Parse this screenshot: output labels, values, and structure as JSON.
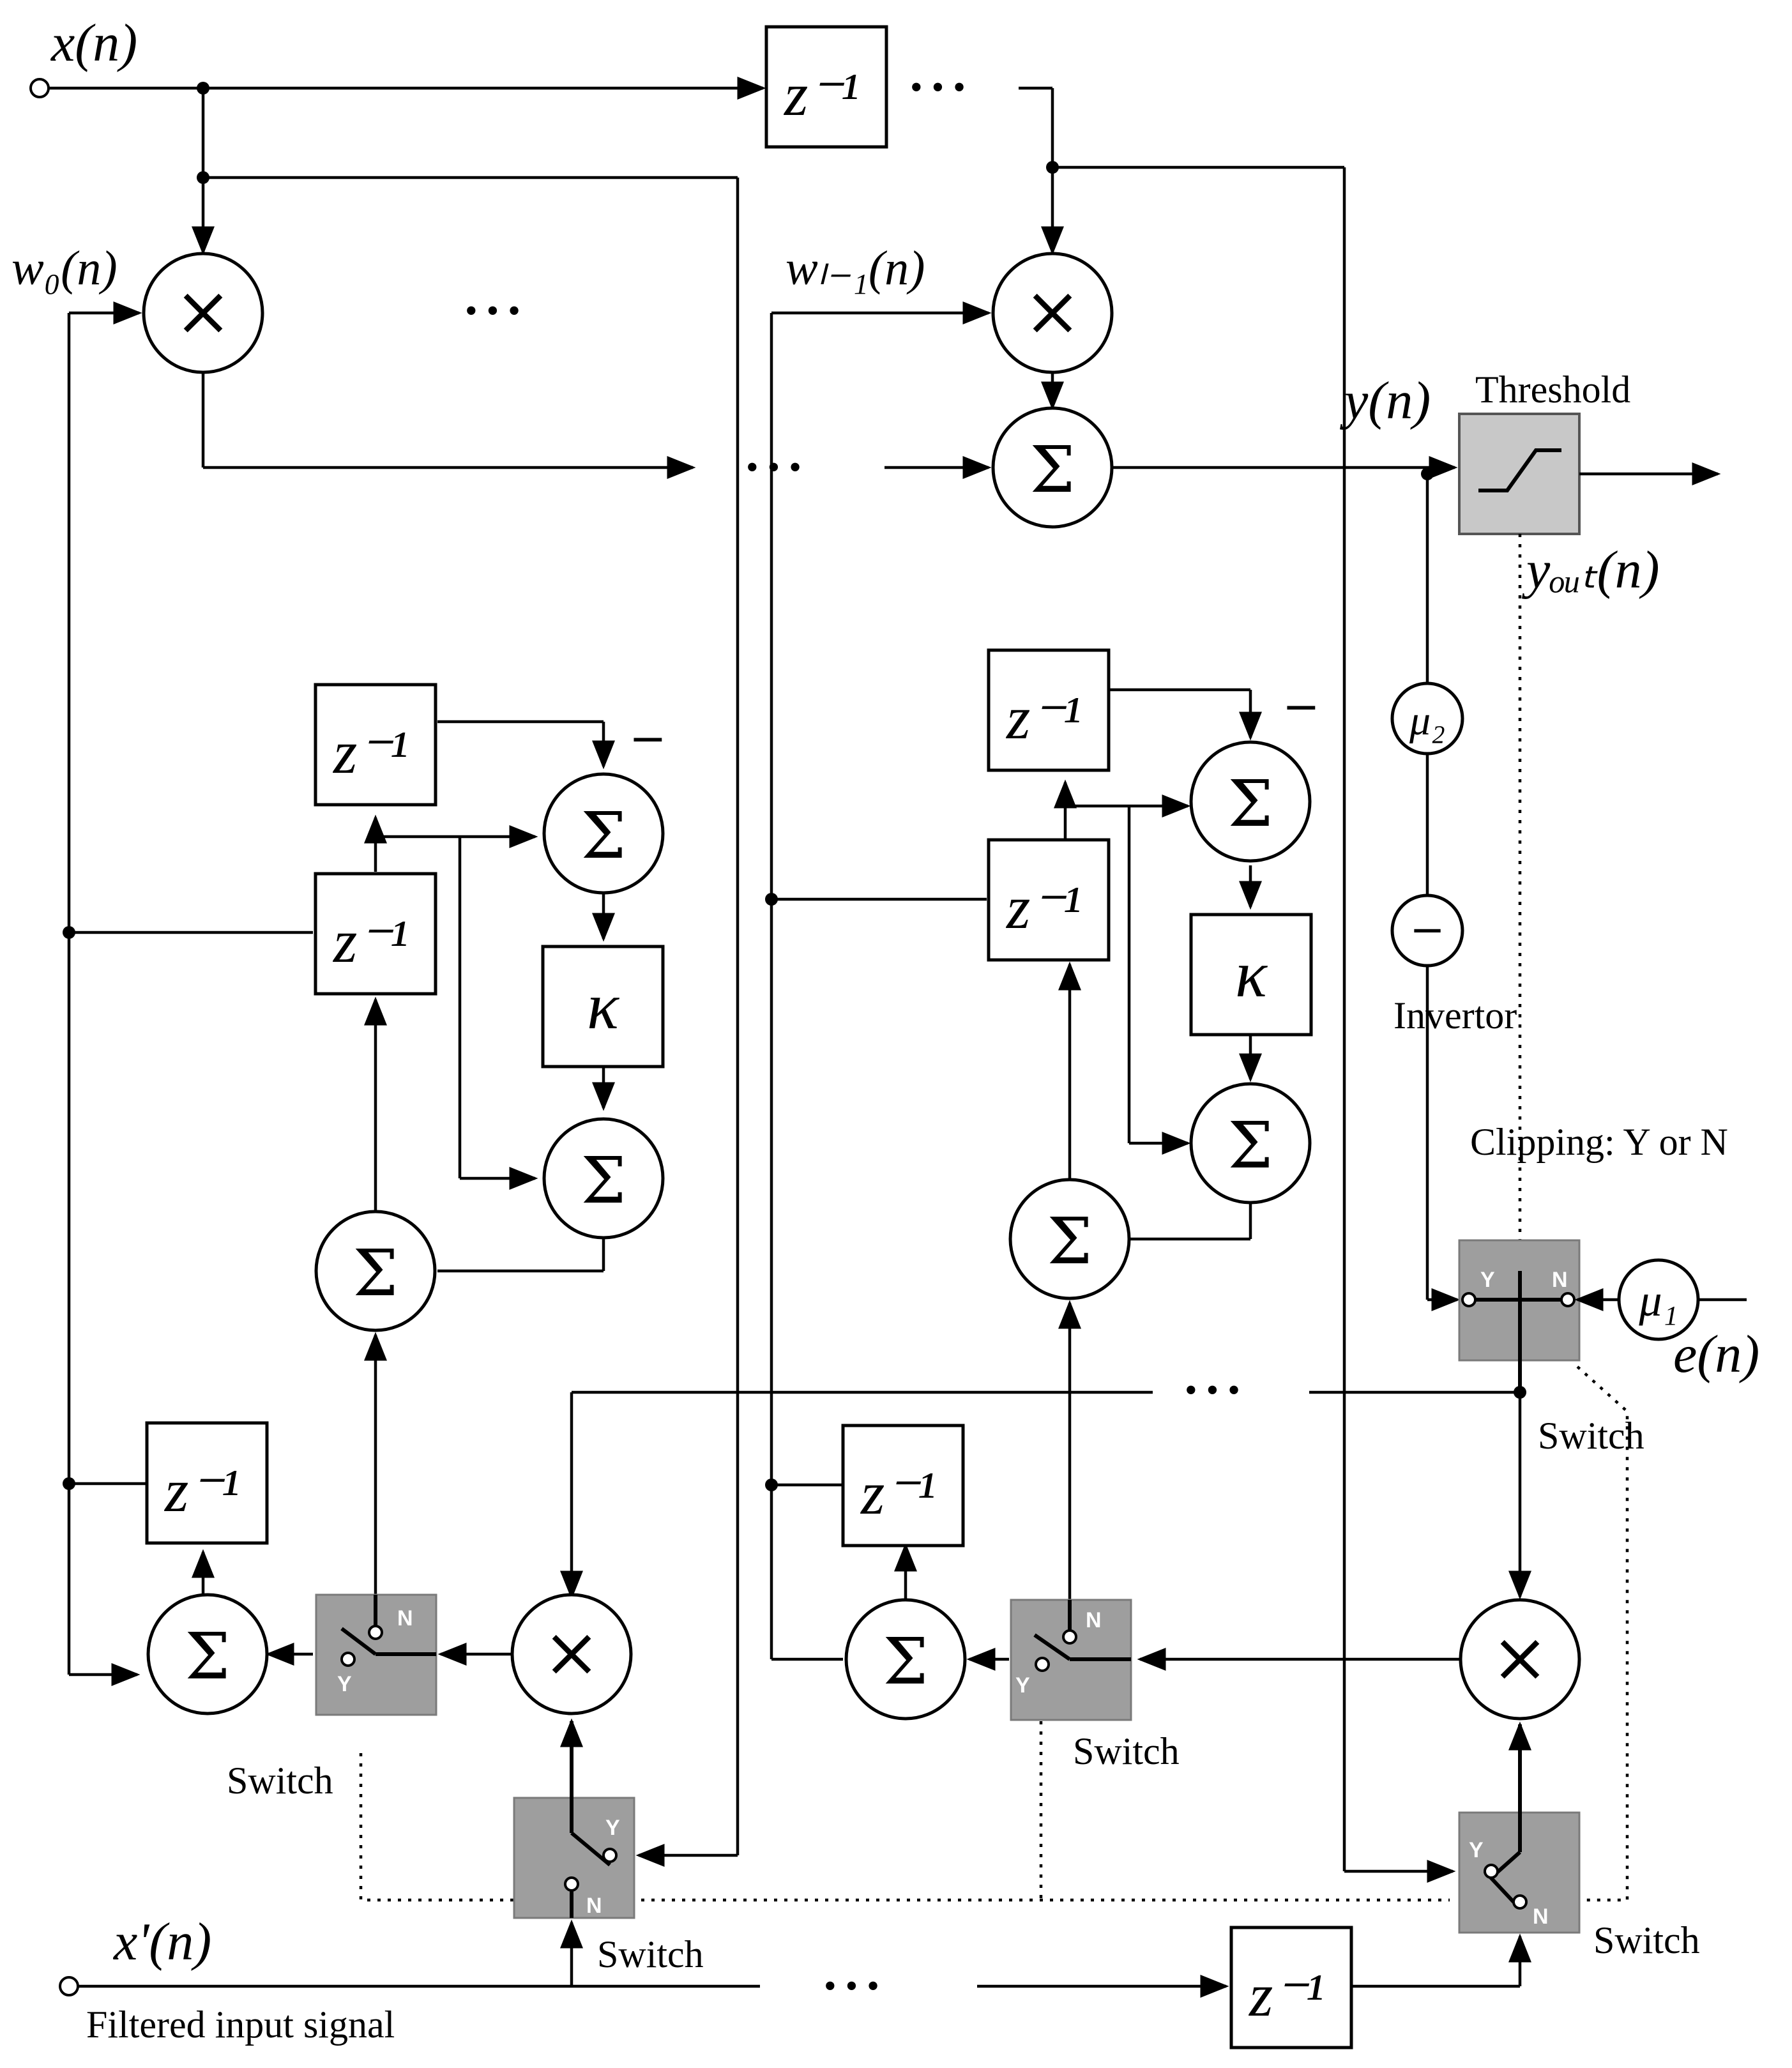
{
  "signals": {
    "input_label": "x(n)",
    "weight_first": "w₀(n)",
    "weight_last": "wₗ₋₁(n)",
    "output_label": "y(n)",
    "output_clipped": "yₒᵤₜ(n)",
    "error_label": "e(n)",
    "filtered_input": "x'(n)"
  },
  "labels": {
    "threshold": "Threshold",
    "invertor": "Invertor",
    "clipping": "Clipping: Y or N",
    "switch": "Switch",
    "filtered_input_signal": "Filtered input signal"
  },
  "symbols": {
    "delay": "z⁻¹",
    "sum": "Σ",
    "multiply": "×",
    "kappa": "κ",
    "mu1": "μ₁",
    "mu2": "μ₂",
    "minus": "−",
    "ellipsis": "• • •",
    "switch_yes": "Y",
    "switch_no": "N"
  },
  "colors": {
    "line": "#000000",
    "switch_fill": "#9e9e9e",
    "threshold_fill": "#c8c8c8"
  }
}
